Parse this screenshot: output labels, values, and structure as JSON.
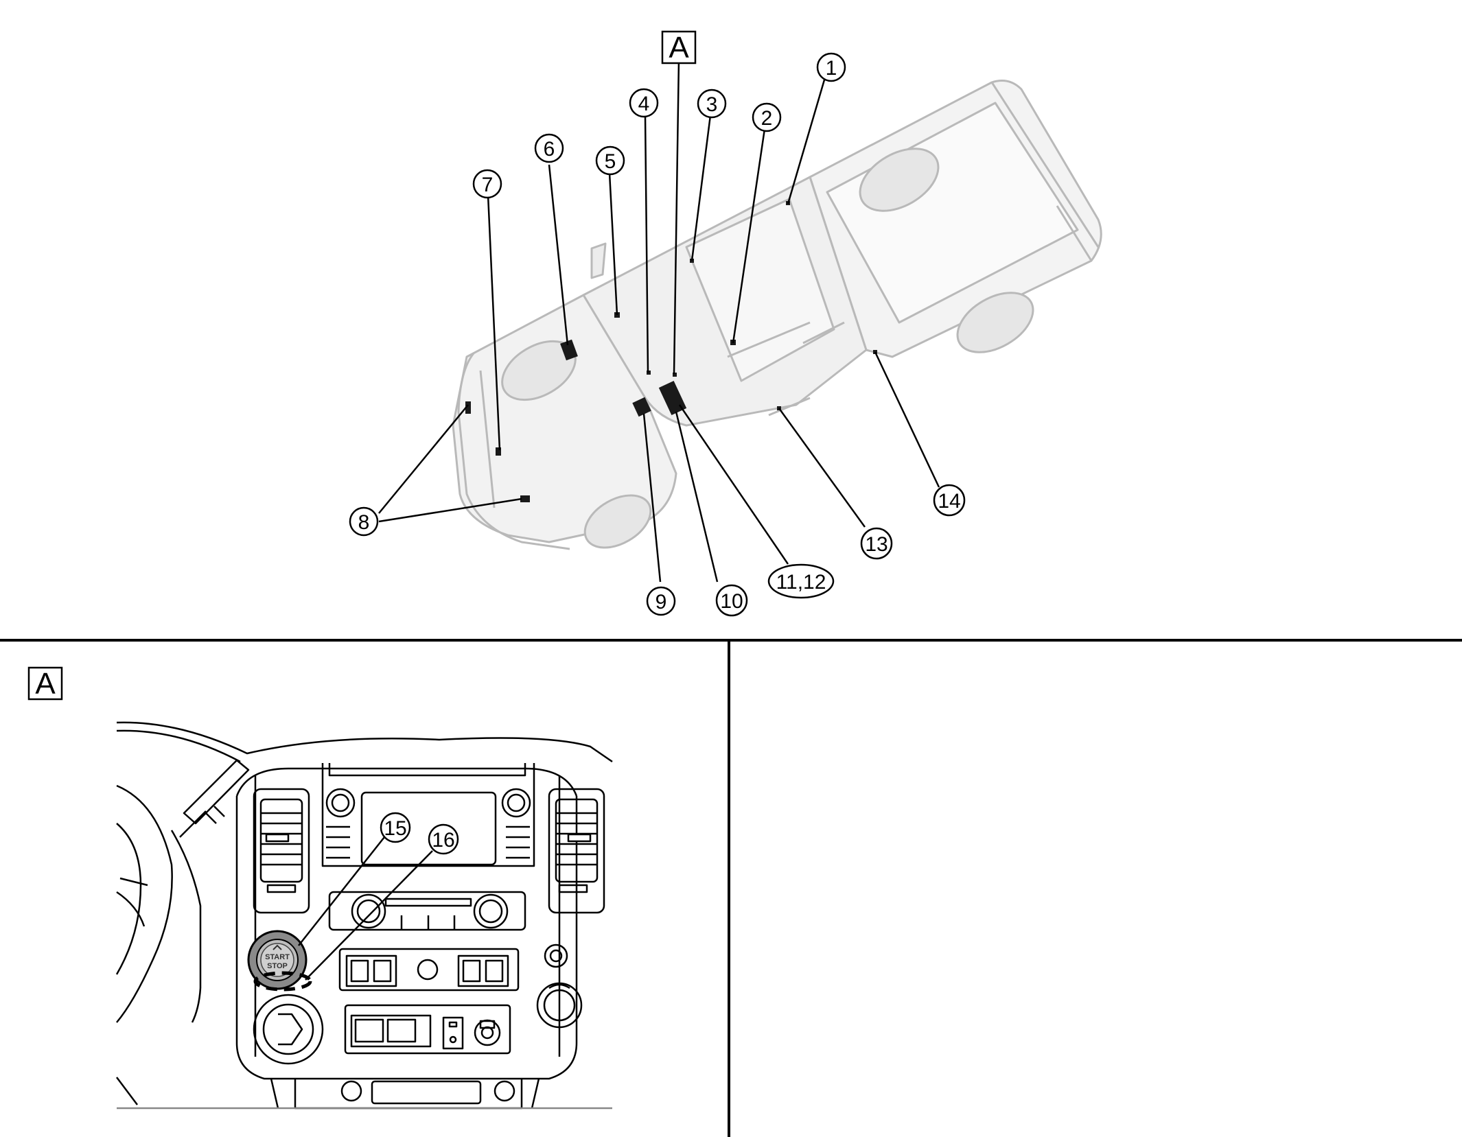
{
  "view_label": "A",
  "detail_label": "A",
  "callouts": [
    "1",
    "2",
    "3",
    "4",
    "5",
    "6",
    "7",
    "8",
    "9",
    "10",
    "11,12",
    "13",
    "14",
    "15",
    "16"
  ],
  "button_text": [
    "START",
    "STOP"
  ]
}
